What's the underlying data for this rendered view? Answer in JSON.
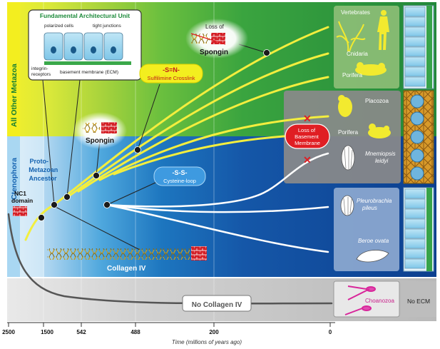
{
  "fau": {
    "title": "Fundamental Architectural Unit",
    "polarized": "polarized cells",
    "tight": "tight junctions",
    "integrin1": "integrin-",
    "integrin2": "receptors",
    "bm": "basement membrane (ECM)"
  },
  "sidebar": {
    "other_metazoa": "All Other Metazoa",
    "ctenophora": "Ctenophora"
  },
  "proto": {
    "l1": "Proto-",
    "l2": "Metazoan",
    "l3": "Ancestor"
  },
  "nc1": {
    "l1": "NC1",
    "l2": "domain"
  },
  "labels": {
    "loss_spongin": "Loss of",
    "spongin_top": "Spongin",
    "spongin_mid": "Spongin",
    "collagen": "Collagen IV",
    "no_collagen": "No Collagen IV",
    "no_ecm": "No ECM"
  },
  "sulfilimine": {
    "bond": "-S=N-",
    "name": "Sulfilimine Crosslink"
  },
  "disulfide": {
    "bond": "-S-S-",
    "name": "Cysteine-loop"
  },
  "loss_bm": {
    "l1": "Loss of",
    "l2": "Basement",
    "l3": "Membrane"
  },
  "organisms": {
    "vertebrates": "Vertebrates",
    "cnidaria": "Cnidaria",
    "porifera_top": "Porifera",
    "placozoa": "Placozoa",
    "porifera_mid": "Porifera",
    "mnemiopsis1": "Mnemiopsis",
    "mnemiopsis2": "leidyi",
    "pleurobrachia1": "Pleurobrachia",
    "pleurobrachia2": "pileus",
    "beroe": "Beroe ovata",
    "choanozoa": "Choanozoa"
  },
  "axis": {
    "ticks": [
      "2500",
      "1500",
      "542",
      "488",
      "200",
      "0"
    ],
    "label": "Time (millions of years ago)"
  },
  "colors": {
    "yellow_band": "#f2ef22",
    "green_dark": "#279a3c",
    "blue_dark": "#0e4a9e",
    "grey_band": "#c6c6c6",
    "branch_yellow": "#ecea3a",
    "red_mark": "#e01e23"
  }
}
